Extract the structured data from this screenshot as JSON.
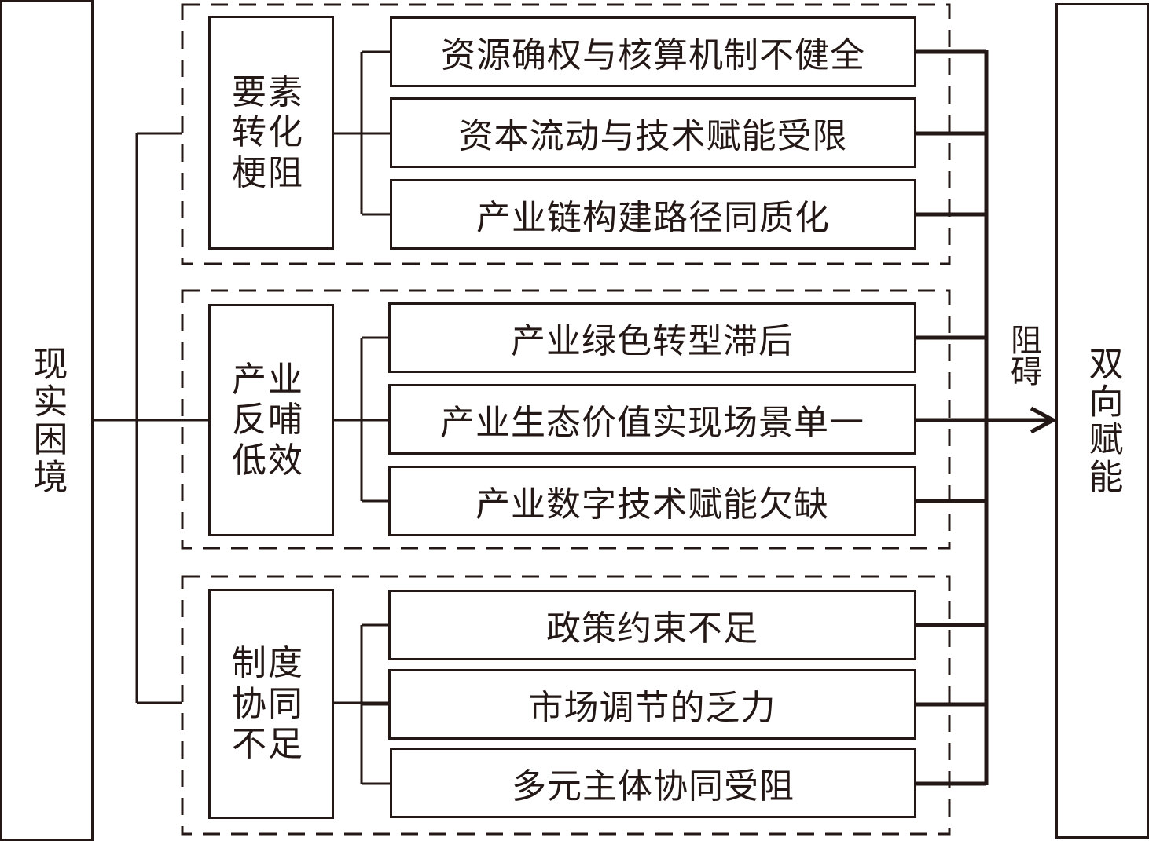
{
  "left_node": {
    "label": "现实困境"
  },
  "right_node": {
    "label": "双向赋能"
  },
  "arrow_label": "阻碍",
  "groups": [
    {
      "category": "要素转化梗阻",
      "category_lines": [
        "要素",
        "转化",
        "梗阻"
      ],
      "items": [
        "资源确权与核算机制不健全",
        "资本流动与技术赋能受限",
        "产业链构建路径同质化"
      ]
    },
    {
      "category": "产业反哺低效",
      "category_lines": [
        "产业",
        "反哺",
        "低效"
      ],
      "items": [
        "产业绿色转型滞后",
        "产业生态价值实现场景单一",
        "产业数字技术赋能欠缺"
      ]
    },
    {
      "category": "制度协同不足",
      "category_lines": [
        "制度",
        "协同",
        "不足"
      ],
      "items": [
        "政策约束不足",
        "市场调节的乏力",
        "多元主体协同受阻"
      ]
    }
  ],
  "colors": {
    "stroke": "#231815",
    "background": "#ffffff"
  }
}
